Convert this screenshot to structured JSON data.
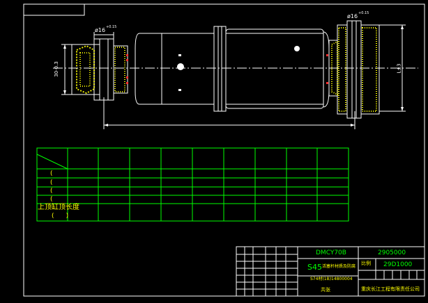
{
  "drawing": {
    "colors": {
      "background": "#000000",
      "outline": "#ffffff",
      "table": "#00ff00",
      "hatch": "#ffff00",
      "detail": "#ff0000"
    },
    "dimensions": {
      "pin_left": "ø16",
      "pin_left_tol": "+0.15",
      "pin_right": "ø16",
      "pin_right_tol": "+0.15",
      "height_left": "30-0.3",
      "height_right": "L±3"
    },
    "spec_table": {
      "row_marks": [
        "(",
        "(",
        "(",
        "("
      ],
      "bottom_label": "上顶缸顶长度",
      "bottom_mark": "(      )"
    },
    "title_block": {
      "model": "DMCY70B",
      "code_top": "2905000",
      "code_mid": "29D1000",
      "material": "S45",
      "material_note": "活塞杆材质及防腐",
      "standard": "S74材(1B)14800004",
      "scale_label": "比例",
      "company": "重庆长江工程有限责任公司",
      "sheet_label": "共张"
    }
  }
}
